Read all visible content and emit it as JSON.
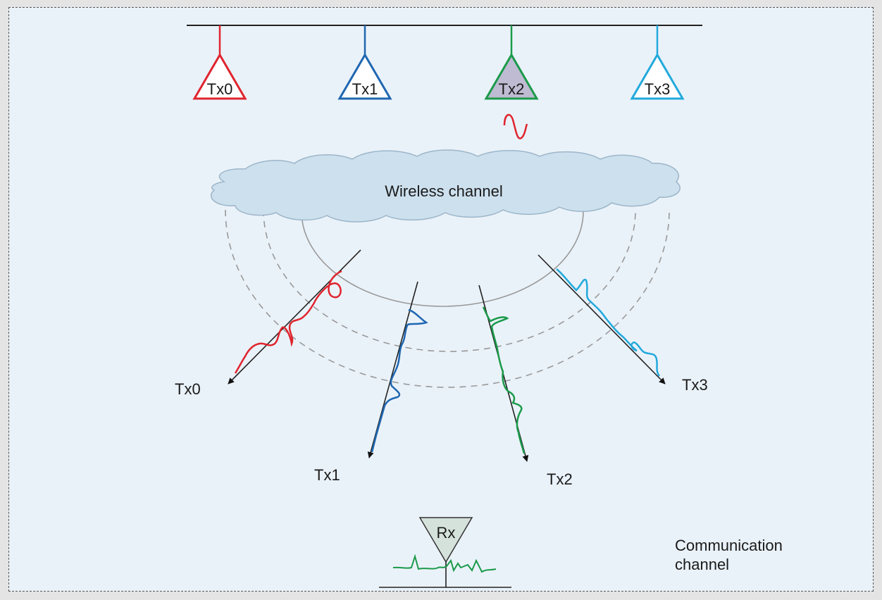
{
  "transmitters": [
    {
      "label": "Tx0",
      "color": "#e0242e",
      "fill": "#ffffff"
    },
    {
      "label": "Tx1",
      "color": "#1f67b1",
      "fill": "#ffffff"
    },
    {
      "label": "Tx2",
      "color": "#1b9a4a",
      "fill": "#bfbbd2"
    },
    {
      "label": "Tx3",
      "color": "#22a9dc",
      "fill": "#ffffff"
    }
  ],
  "channel_label": "Wireless channel",
  "paths": [
    {
      "label": "Tx0",
      "color": "#e0242e"
    },
    {
      "label": "Tx1",
      "color": "#1f67b1"
    },
    {
      "label": "Tx2",
      "color": "#1b9a4a"
    },
    {
      "label": "Tx3",
      "color": "#22a9dc"
    }
  ],
  "receiver": {
    "label": "Rx",
    "fill": "#d5e2dc",
    "signal_color": "#1b9a4a"
  },
  "caption_lines": [
    "Communication",
    "channel"
  ],
  "colors": {
    "background": "#eaf2f9",
    "cloud": "#cde0ee",
    "active_wave": "#e0242e"
  }
}
